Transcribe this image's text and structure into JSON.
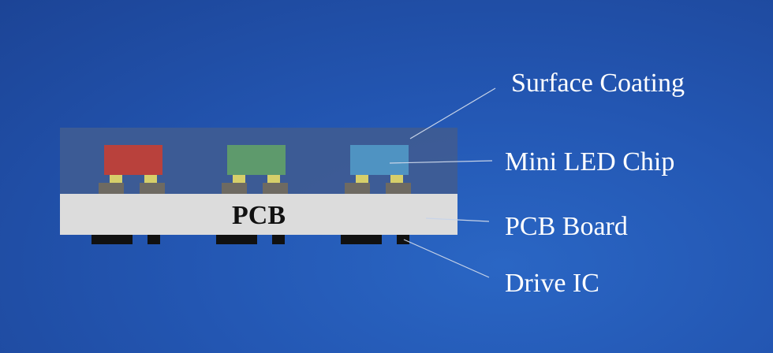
{
  "labels": {
    "surface_coating": "Surface Coating",
    "mini_led_chip": "Mini LED Chip",
    "pcb_board": "PCB Board",
    "drive_ic": "Drive IC"
  },
  "pcb_text": "PCB",
  "colors": {
    "background": "#2356b2",
    "coating": "#3e5c94",
    "pcb": "#dcdcdc",
    "pad": "#6e6a62",
    "solder": "#d6cf6a",
    "ic": "#111111",
    "chip_red": "#b9413c",
    "chip_green": "#5e9a6c",
    "chip_blue": "#4f93c2",
    "leader_line": "#c8d4e8"
  },
  "chips": [
    {
      "color_key": "chip_red"
    },
    {
      "color_key": "chip_green"
    },
    {
      "color_key": "chip_blue"
    }
  ]
}
